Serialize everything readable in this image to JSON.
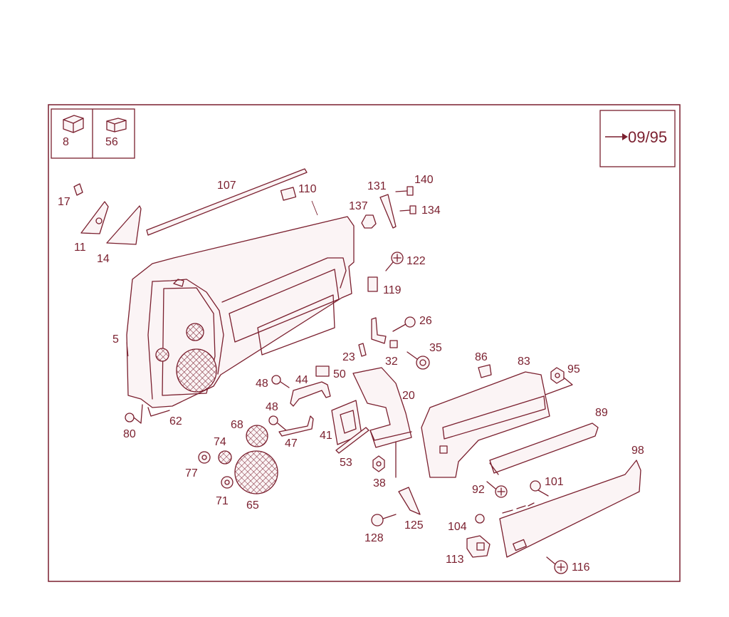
{
  "legend": [
    {
      "id": "8"
    },
    {
      "id": "56"
    }
  ],
  "date_code": {
    "arrow": "→",
    "text": "09/95"
  },
  "callouts": [
    {
      "id": "5"
    },
    {
      "id": "11"
    },
    {
      "id": "14"
    },
    {
      "id": "17"
    },
    {
      "id": "107"
    },
    {
      "id": "110"
    },
    {
      "id": "131"
    },
    {
      "id": "140"
    },
    {
      "id": "137"
    },
    {
      "id": "134"
    },
    {
      "id": "122"
    },
    {
      "id": "119"
    },
    {
      "id": "26"
    },
    {
      "id": "23"
    },
    {
      "id": "32"
    },
    {
      "id": "35"
    },
    {
      "id": "86"
    },
    {
      "id": "83"
    },
    {
      "id": "95"
    },
    {
      "id": "48"
    },
    {
      "id": "44"
    },
    {
      "id": "50"
    },
    {
      "id": "20"
    },
    {
      "id": "48b",
      "text": "48"
    },
    {
      "id": "47"
    },
    {
      "id": "41"
    },
    {
      "id": "53"
    },
    {
      "id": "38"
    },
    {
      "id": "89"
    },
    {
      "id": "98"
    },
    {
      "id": "80"
    },
    {
      "id": "62"
    },
    {
      "id": "68"
    },
    {
      "id": "74"
    },
    {
      "id": "77"
    },
    {
      "id": "71"
    },
    {
      "id": "65"
    },
    {
      "id": "92"
    },
    {
      "id": "101"
    },
    {
      "id": "104"
    },
    {
      "id": "125"
    },
    {
      "id": "128"
    },
    {
      "id": "113"
    },
    {
      "id": "116"
    }
  ]
}
